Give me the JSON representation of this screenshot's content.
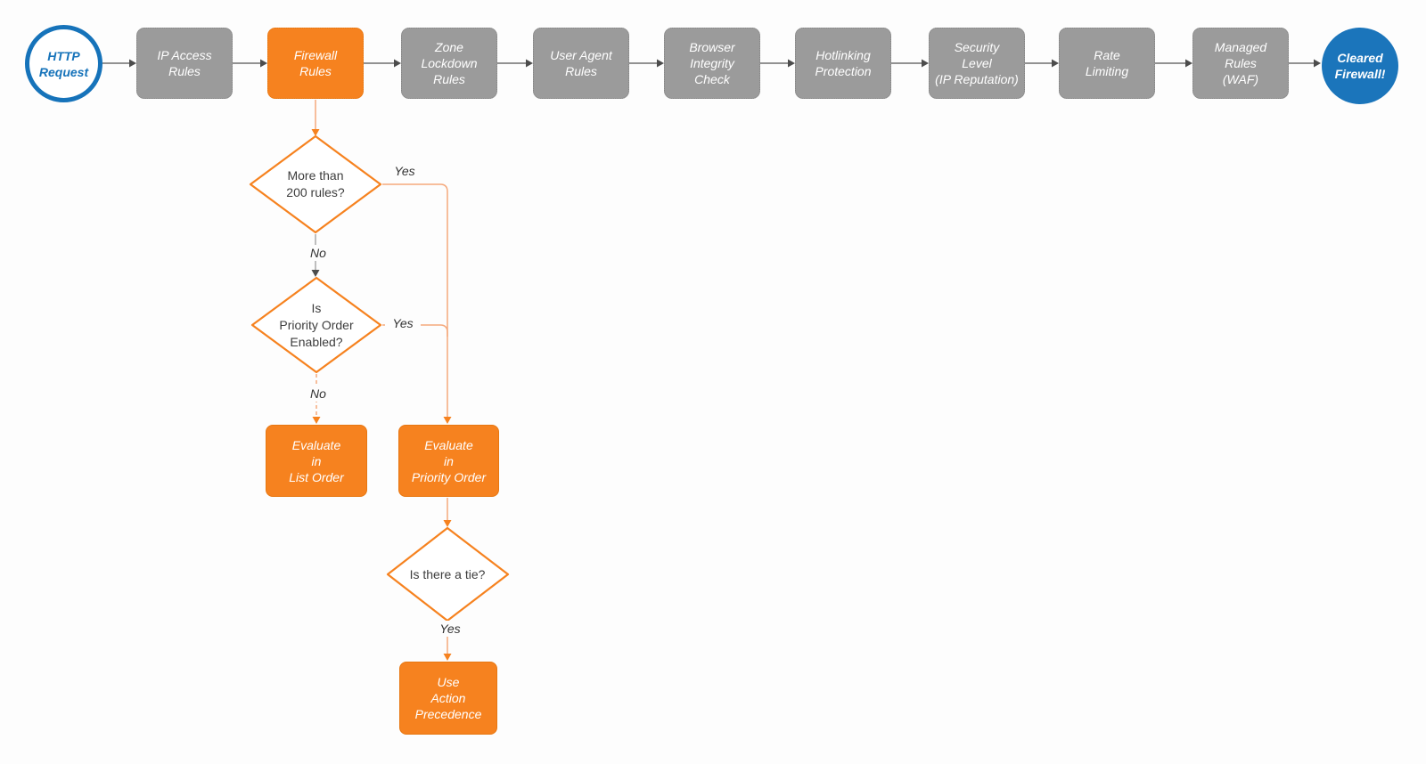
{
  "colors": {
    "orange": "#F6821F",
    "orange_wire": "#F5A97C",
    "gray_node": "#9B9B9B",
    "gray_wire": "#6E6E6E",
    "arrowhead_dark": "#4C4C4C",
    "blue": "#1673BA",
    "blue_fill": "#1B75BB",
    "text_dark": "#3D3D3D",
    "node_text": "#FFFFFF"
  },
  "flow": {
    "start": {
      "label": [
        "HTTP",
        "Request"
      ]
    },
    "steps": [
      {
        "label": [
          "IP Access",
          "Rules"
        ],
        "highlighted": false
      },
      {
        "label": [
          "Firewall",
          "Rules"
        ],
        "highlighted": true
      },
      {
        "label": [
          "Zone",
          "Lockdown",
          "Rules"
        ],
        "highlighted": false
      },
      {
        "label": [
          "User Agent",
          "Rules"
        ],
        "highlighted": false
      },
      {
        "label": [
          "Browser",
          "Integrity",
          "Check"
        ],
        "highlighted": false
      },
      {
        "label": [
          "Hotlinking",
          "Protection"
        ],
        "highlighted": false
      },
      {
        "label": [
          "Security",
          "Level",
          "(IP Reputation)"
        ],
        "highlighted": false
      },
      {
        "label": [
          "Rate",
          "Limiting"
        ],
        "highlighted": false
      },
      {
        "label": [
          "Managed",
          "Rules",
          "(WAF)"
        ],
        "highlighted": false
      }
    ],
    "end": {
      "label": [
        "Cleared",
        "Firewall!"
      ]
    }
  },
  "decisions": [
    {
      "question": [
        "More than",
        "200 rules?"
      ]
    },
    {
      "question": [
        "Is",
        "Priority Order",
        "Enabled?"
      ]
    },
    {
      "question": [
        "Is there a tie?"
      ]
    }
  ],
  "actions": [
    {
      "label": [
        "Evaluate",
        "in",
        "List Order"
      ]
    },
    {
      "label": [
        "Evaluate",
        "in",
        "Priority Order"
      ]
    },
    {
      "label": [
        "Use",
        "Action",
        "Precedence"
      ]
    }
  ],
  "edge_labels": {
    "d1_yes": "Yes",
    "d1_no": "No",
    "d2_yes": "Yes",
    "d2_no": "No",
    "d3_yes": "Yes"
  }
}
